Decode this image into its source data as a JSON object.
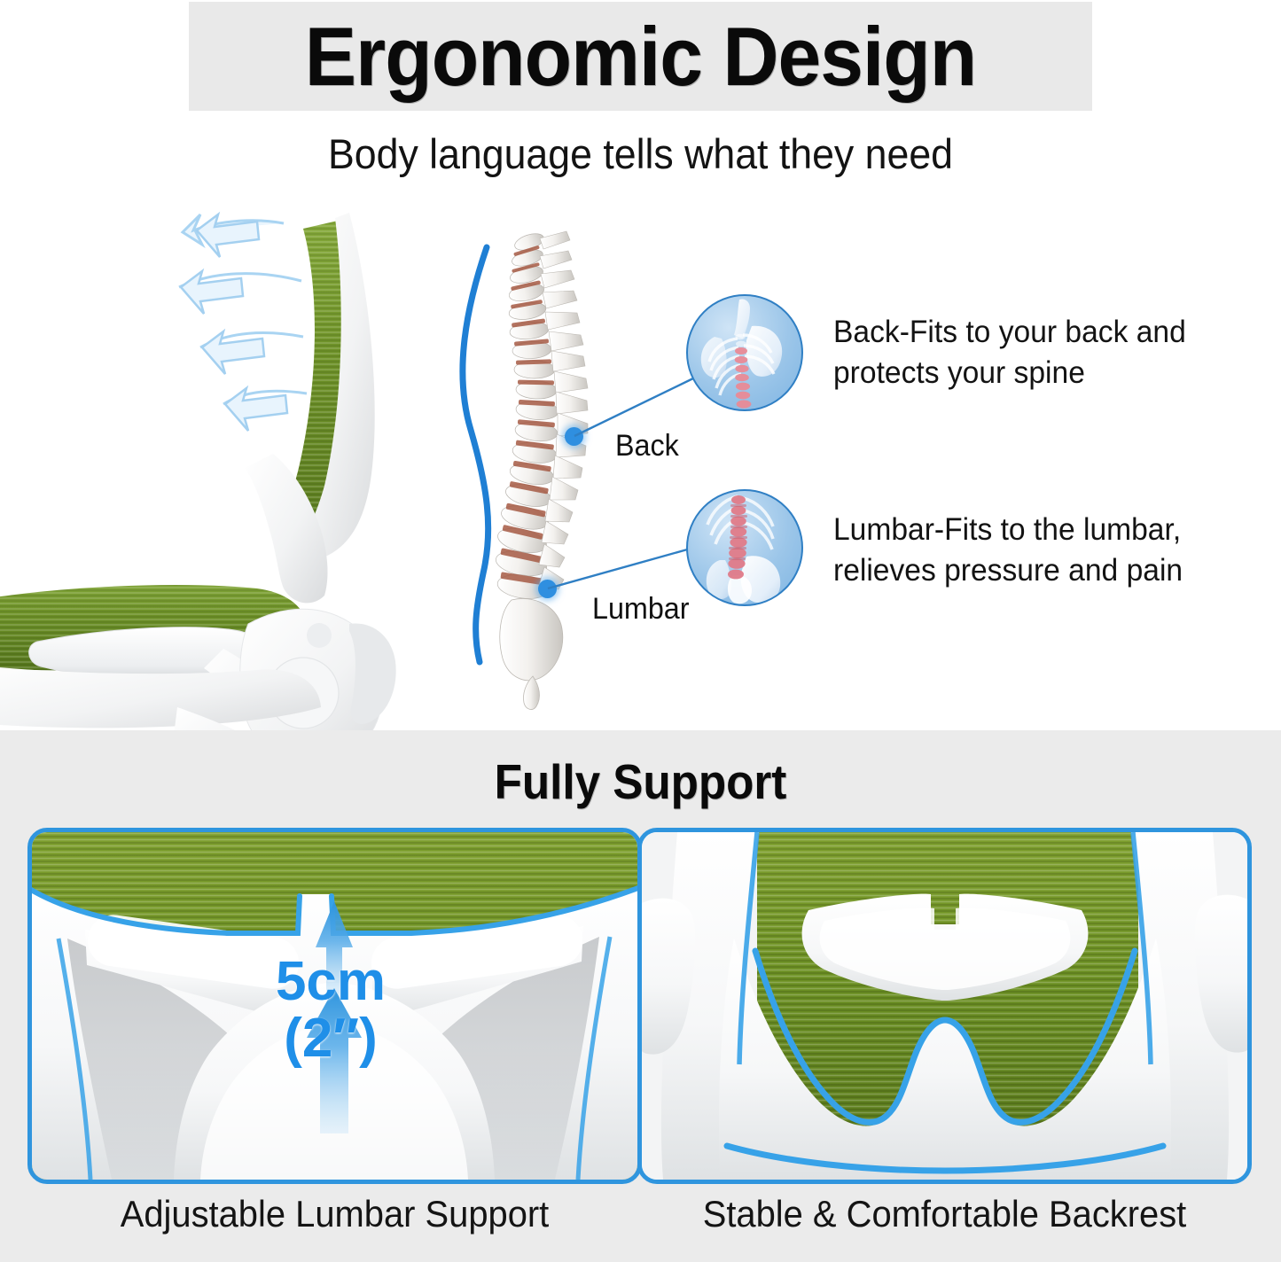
{
  "header": {
    "title": "Ergonomic Design",
    "subtitle": "Body language tells what they need"
  },
  "spine_diagram": {
    "markers": [
      {
        "id": "back",
        "label": "Back"
      },
      {
        "id": "lumbar",
        "label": "Lumbar"
      }
    ]
  },
  "callouts": [
    {
      "id": "back",
      "icon": "spine-thoracic-xray-icon",
      "text": "Back-Fits to your back and protects your spine"
    },
    {
      "id": "lumbar",
      "icon": "spine-lumbar-xray-icon",
      "text": "Lumbar-Fits to the lumbar, relieves pressure and pain"
    }
  ],
  "fully_support": {
    "section_title": "Fully Support",
    "panels": [
      {
        "id": "lumbar",
        "caption": "Adjustable Lumbar Support",
        "measure_value": "5cm",
        "measure_unit": "(2″)"
      },
      {
        "id": "backrest",
        "caption": "Stable & Comfortable Backrest"
      }
    ]
  },
  "colors": {
    "title_band": "#e9e9e9",
    "section_bg": "#ebebeb",
    "accent_blue": "#2f95de",
    "measure_blue": "#1f8fe8",
    "mesh_green": "#6d9127",
    "frame_white": "#f4f5f6"
  }
}
